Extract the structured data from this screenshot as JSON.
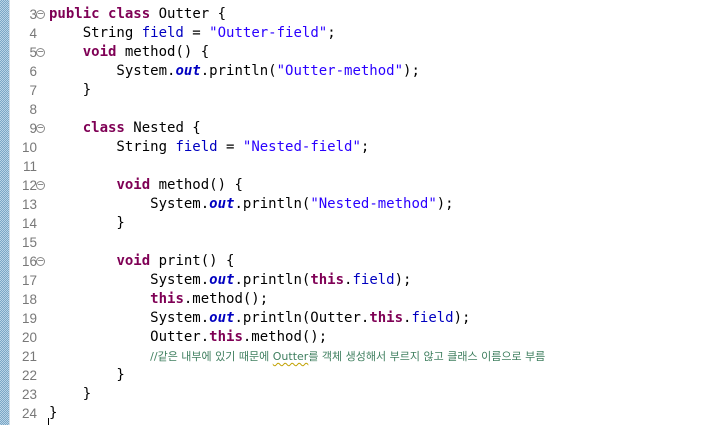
{
  "editor": {
    "lines": [
      {
        "num": "3",
        "fold": true,
        "tokens": [
          {
            "t": "public",
            "c": "kw"
          },
          {
            "t": " "
          },
          {
            "t": "class",
            "c": "kw"
          },
          {
            "t": " Outter {"
          }
        ]
      },
      {
        "num": "4",
        "fold": false,
        "tokens": [
          {
            "t": "    String "
          },
          {
            "t": "field",
            "c": "fld"
          },
          {
            "t": " = "
          },
          {
            "t": "\"Outter-field\"",
            "c": "str"
          },
          {
            "t": ";"
          }
        ]
      },
      {
        "num": "5",
        "fold": true,
        "tokens": [
          {
            "t": "    "
          },
          {
            "t": "void",
            "c": "kw"
          },
          {
            "t": " method() {"
          }
        ]
      },
      {
        "num": "6",
        "fold": false,
        "tokens": [
          {
            "t": "        System."
          },
          {
            "t": "out",
            "c": "sfld"
          },
          {
            "t": ".println("
          },
          {
            "t": "\"Outter-method\"",
            "c": "str"
          },
          {
            "t": ");"
          }
        ]
      },
      {
        "num": "7",
        "fold": false,
        "tokens": [
          {
            "t": "    }"
          }
        ]
      },
      {
        "num": "8",
        "fold": false,
        "tokens": []
      },
      {
        "num": "9",
        "fold": true,
        "tokens": [
          {
            "t": "    "
          },
          {
            "t": "class",
            "c": "kw"
          },
          {
            "t": " Nested {"
          }
        ]
      },
      {
        "num": "10",
        "fold": false,
        "tokens": [
          {
            "t": "        String "
          },
          {
            "t": "field",
            "c": "fld"
          },
          {
            "t": " = "
          },
          {
            "t": "\"Nested-field\"",
            "c": "str"
          },
          {
            "t": ";"
          }
        ]
      },
      {
        "num": "11",
        "fold": false,
        "tokens": []
      },
      {
        "num": "12",
        "fold": true,
        "tokens": [
          {
            "t": "        "
          },
          {
            "t": "void",
            "c": "kw"
          },
          {
            "t": " method() {"
          }
        ]
      },
      {
        "num": "13",
        "fold": false,
        "tokens": [
          {
            "t": "            System."
          },
          {
            "t": "out",
            "c": "sfld"
          },
          {
            "t": ".println("
          },
          {
            "t": "\"Nested-method\"",
            "c": "str"
          },
          {
            "t": ");"
          }
        ]
      },
      {
        "num": "14",
        "fold": false,
        "tokens": [
          {
            "t": "        }"
          }
        ]
      },
      {
        "num": "15",
        "fold": false,
        "tokens": []
      },
      {
        "num": "16",
        "fold": true,
        "tokens": [
          {
            "t": "        "
          },
          {
            "t": "void",
            "c": "kw"
          },
          {
            "t": " print() {"
          }
        ]
      },
      {
        "num": "17",
        "fold": false,
        "tokens": [
          {
            "t": "            System."
          },
          {
            "t": "out",
            "c": "sfld"
          },
          {
            "t": ".println("
          },
          {
            "t": "this",
            "c": "kw"
          },
          {
            "t": "."
          },
          {
            "t": "field",
            "c": "fld"
          },
          {
            "t": ");"
          }
        ]
      },
      {
        "num": "18",
        "fold": false,
        "tokens": [
          {
            "t": "            "
          },
          {
            "t": "this",
            "c": "kw"
          },
          {
            "t": ".method();"
          }
        ]
      },
      {
        "num": "19",
        "fold": false,
        "tokens": [
          {
            "t": "            System."
          },
          {
            "t": "out",
            "c": "sfld"
          },
          {
            "t": ".println(Outter."
          },
          {
            "t": "this",
            "c": "kw"
          },
          {
            "t": "."
          },
          {
            "t": "field",
            "c": "fld"
          },
          {
            "t": ");"
          }
        ]
      },
      {
        "num": "20",
        "fold": false,
        "tokens": [
          {
            "t": "            Outter."
          },
          {
            "t": "this",
            "c": "kw"
          },
          {
            "t": ".method();"
          }
        ]
      },
      {
        "num": "21",
        "fold": false,
        "tokens": [
          {
            "t": "            "
          },
          {
            "t": "//같은 내부에 있기 때문에 ",
            "c": "cmt"
          },
          {
            "t": "Outter",
            "c": "cmt squig"
          },
          {
            "t": "를 객체 생성해서 부르지 않고 클래스 이름으로 부름",
            "c": "cmt"
          }
        ]
      },
      {
        "num": "22",
        "fold": false,
        "tokens": [
          {
            "t": "        }"
          }
        ]
      },
      {
        "num": "23",
        "fold": false,
        "tokens": [
          {
            "t": "    }"
          }
        ]
      },
      {
        "num": "24",
        "fold": false,
        "tokens": [
          {
            "t": "}"
          }
        ]
      }
    ]
  }
}
